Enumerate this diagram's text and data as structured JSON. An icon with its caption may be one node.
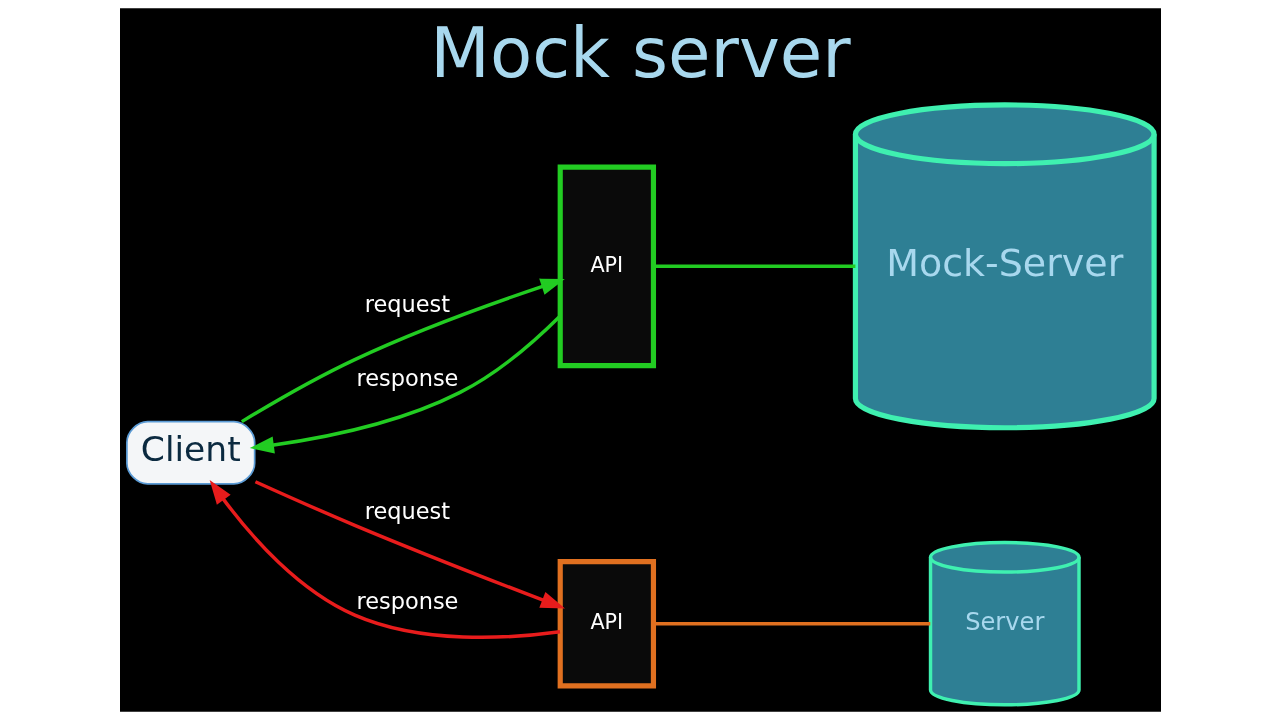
{
  "diagram": {
    "title": "Mock server",
    "nodes": [
      {
        "text": [
          "Client"
        ]
      },
      {
        "text": [
          "Mock-Server"
        ]
      },
      {
        "text": [
          "API"
        ]
      },
      {
        "text": [
          "Server"
        ]
      },
      {
        "text": [
          "API"
        ]
      }
    ],
    "edges": [
      {
        "from": 0,
        "to": 2,
        "arrow": "to",
        "label": "request"
      },
      {
        "from": 2,
        "to": 0,
        "arrow": "to",
        "label": "response"
      },
      {
        "from": 2,
        "to": 1,
        "arrow": "none"
      },
      {
        "from": 0,
        "to": 4,
        "arrow": "to",
        "label": "request",
        "color": "#e81c1c"
      },
      {
        "from": 4,
        "to": 0,
        "arrow": "to",
        "label": "response",
        "color": "#e81c1c"
      },
      {
        "from": 4,
        "to": 3,
        "arrow": "none",
        "color": "#e07020"
      }
    ]
  }
}
